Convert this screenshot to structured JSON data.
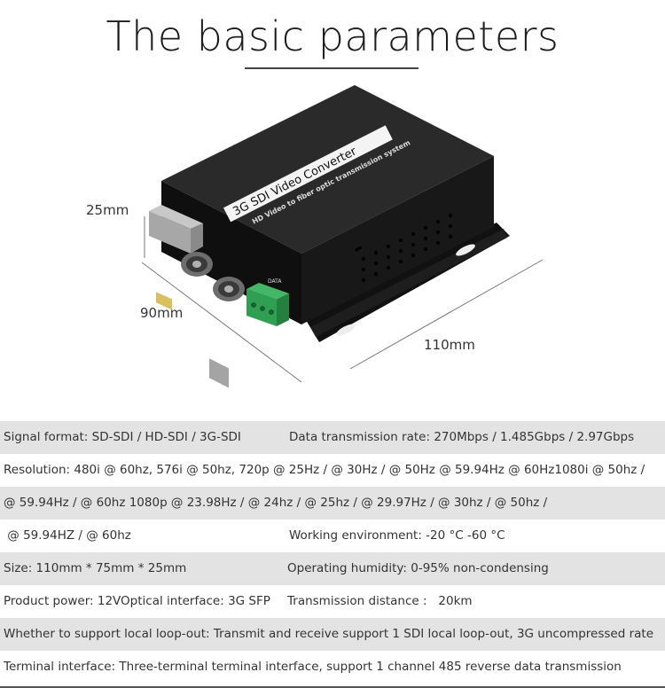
{
  "header": {
    "title": "The basic parameters"
  },
  "product": {
    "label_main": "3G SDI Video Converter",
    "label_sub": "HD Video to fiber optic transmission system",
    "port_label": "DATA",
    "dimensions": {
      "height": "25mm",
      "depth": "90mm",
      "width": "110mm"
    }
  },
  "specs": {
    "rows": [
      {
        "left": "Signal format: SD-SDI / HD-SDI / 3G-SDI",
        "right": "Data transmission rate: 270Mbps / 1.485Gbps / 2.97Gbps"
      },
      {
        "left": "Resolution: 480i @ 60hz, 576i @ 50hz, 720p @ 25Hz / @ 30Hz / @ 50Hz @ 59.94Hz @ 60Hz1080i @ 50hz /",
        "right": ""
      },
      {
        "left": "@ 59.94Hz / @ 60hz  1080p @ 23.98Hz / @ 24hz / @ 25hz / @ 29.97Hz / @ 30hz / @ 50hz /",
        "right": ""
      },
      {
        "left": " @ 59.94HZ / @ 60hz",
        "right": "Working environment: -20 °C -60 °C"
      },
      {
        "left": "Size: 110mm * 75mm * 25mm",
        "right": "Operating humidity: 0-95% non-condensing"
      },
      {
        "left": "Product power: 12VOptical interface: 3G SFP",
        "right": "Transmission distance :   20km"
      },
      {
        "left": "Whether to support local loop-out: Transmit and receive support 1 SDI local loop-out, 3G uncompressed rate",
        "right": ""
      },
      {
        "left": "Terminal interface: Three-terminal terminal interface, support 1 channel 485 reverse data transmission",
        "right": ""
      }
    ]
  }
}
